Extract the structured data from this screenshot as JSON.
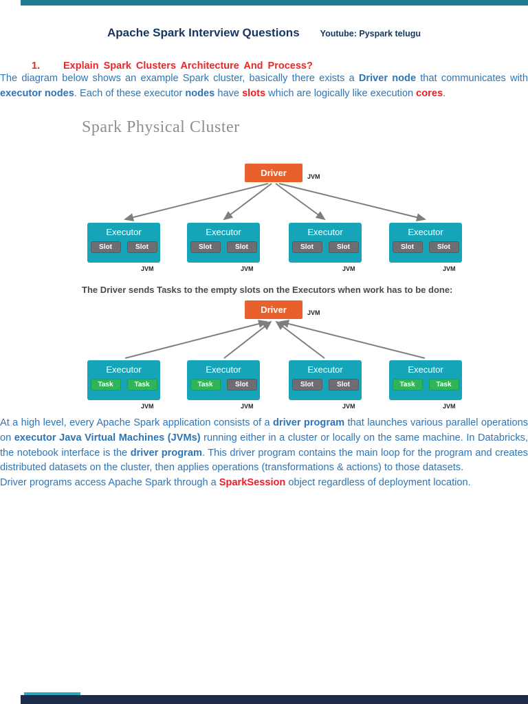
{
  "header": {
    "title": "Apache Spark Interview Questions",
    "subtitle": "Youtube: Pyspark telugu"
  },
  "question": {
    "number": "1.",
    "title": "Explain Spark Clusters Architecture And Process?"
  },
  "intro": {
    "s1": "The diagram below shows an example Spark cluster, basically there exists a ",
    "s2": "Driver node",
    "s3": " that communicates with ",
    "s4": "executor nodes",
    "s5": ". Each of these executor ",
    "s6": "nodes",
    "s7": " have ",
    "s8": "slots",
    "s9": " which are logically like execution ",
    "s10": "cores",
    "s11": "."
  },
  "diagram1": {
    "title": "Spark Physical Cluster",
    "driver": "Driver",
    "driver_jvm": "JVM",
    "executors": [
      {
        "label": "Executor",
        "cells": [
          "Slot",
          "Slot"
        ],
        "jvm": "JVM"
      },
      {
        "label": "Executor",
        "cells": [
          "Slot",
          "Slot"
        ],
        "jvm": "JVM"
      },
      {
        "label": "Executor",
        "cells": [
          "Slot",
          "Slot"
        ],
        "jvm": "JVM"
      },
      {
        "label": "Executor",
        "cells": [
          "Slot",
          "Slot"
        ],
        "jvm": "JVM"
      }
    ]
  },
  "caption": "The Driver sends Tasks to the empty slots on the Executors when work has to be done:",
  "diagram2": {
    "driver": "Driver",
    "driver_jvm": "JVM",
    "executors": [
      {
        "label": "Executor",
        "cells": [
          "Task",
          "Task"
        ],
        "jvm": "JVM"
      },
      {
        "label": "Executor",
        "cells": [
          "Task",
          "Slot"
        ],
        "jvm": "JVM"
      },
      {
        "label": "Executor",
        "cells": [
          "Slot",
          "Slot"
        ],
        "jvm": "JVM"
      },
      {
        "label": "Executor",
        "cells": [
          "Task",
          "Task"
        ],
        "jvm": "JVM"
      }
    ]
  },
  "para1": {
    "s1": "At a high level, every Apache Spark application consists of a ",
    "s2": "driver program",
    "s3": " that launches various parallel operations on ",
    "s4": "executor Java Virtual Machines (JVMs)",
    "s5": " running either in a cluster or locally on the same machine. In Databricks, the notebook interface is the ",
    "s6": "driver program",
    "s7": ". This driver program contains the main loop for the program and creates distributed datasets on the cluster, then applies operations (transformations & actions) to those datasets."
  },
  "para2": {
    "s1": "Driver programs access Apache Spark through a ",
    "s2": "SparkSession",
    "s3": " object regardless of deployment location."
  },
  "colors": {
    "heading_navy": "#17365d",
    "question_red": "#e8262d",
    "body_blue": "#2e75b6",
    "highlight_red": "#ee1c24",
    "driver_orange": "#e8612c",
    "executor_teal": "#16a4b8",
    "slot_gray": "#6d6e71",
    "task_green": "#2fb457",
    "arrow_gray": "#7c7e82",
    "top_strip_teal": "#1e7d90",
    "footer_navy": "#1c2b4a"
  }
}
